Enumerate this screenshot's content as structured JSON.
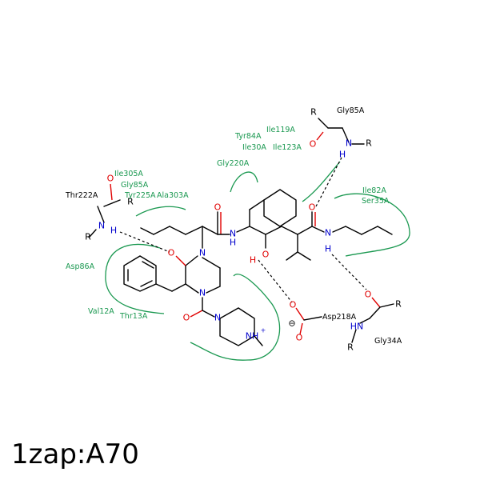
{
  "title": "1zap:A70",
  "residues_green": [
    "Ile305A",
    "Gly85A",
    "Tyr225A",
    "Ala303A",
    "Tyr84A",
    "Ile119A",
    "Ile30A",
    "Ile123A",
    "Gly220A",
    "Ile82A",
    "Ser35A",
    "Asp86A",
    "Val12A",
    "Thr13A"
  ],
  "residues_black": [
    "Thr222A",
    "Gly85A",
    "Asp218A",
    "Gly34A"
  ],
  "atoms": {
    "N": "N",
    "O": "O",
    "H": "H",
    "R": "R",
    "NH": "NH",
    "HN": "HN",
    "NHplus": "NH",
    "plus": "+",
    "minus": "⊖"
  }
}
